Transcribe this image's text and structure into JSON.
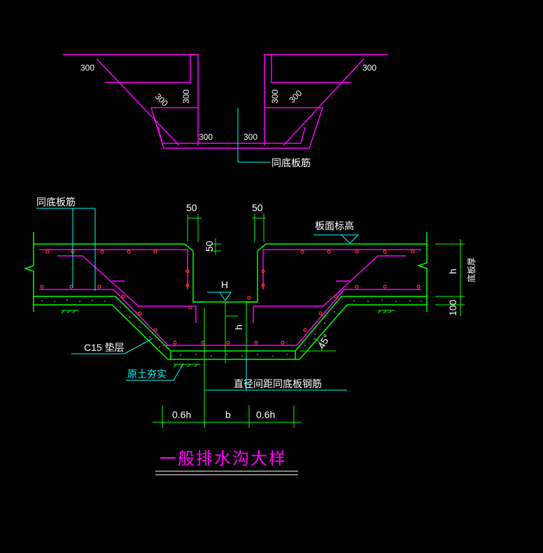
{
  "colors": {
    "background": "#000000",
    "rebar": "#ff00ff",
    "concrete_outline": "#00ff00",
    "dimension": "#00ff00",
    "leader": "#00ffff",
    "text": "#ffffff",
    "rebar_dot": "#ff3333"
  },
  "top_detail": {
    "dim_300_left_top": "300",
    "dim_300_right_top": "300",
    "dim_300_left_diag": "300",
    "dim_300_left_vert": "300",
    "dim_300_right_vert": "300",
    "dim_300_right_diag": "300",
    "dim_300_bottom_left": "300",
    "dim_300_bottom_right": "300",
    "note_same_bottom_rebar": "同底板筋"
  },
  "section": {
    "note_same_bottom_rebar": "同底板筋",
    "dim_50_left": "50",
    "dim_50_right": "50",
    "dim_50_vertical": "50",
    "slab_top_elevation": "板面标高",
    "slab_thickness_label": "底板厚",
    "dim_h_right": "h",
    "dim_100": "100",
    "dim_H": "H",
    "dim_h_inner": "h",
    "cushion_layer": "C15 垫层",
    "compacted_soil": "原土夯实",
    "angle_45": "45°",
    "rebar_note": "直径间距同底板钢筋",
    "dim_06h_left": "0.6h",
    "dim_b": "b",
    "dim_06h_right": "0.6h"
  },
  "title": "一般排水沟大样"
}
